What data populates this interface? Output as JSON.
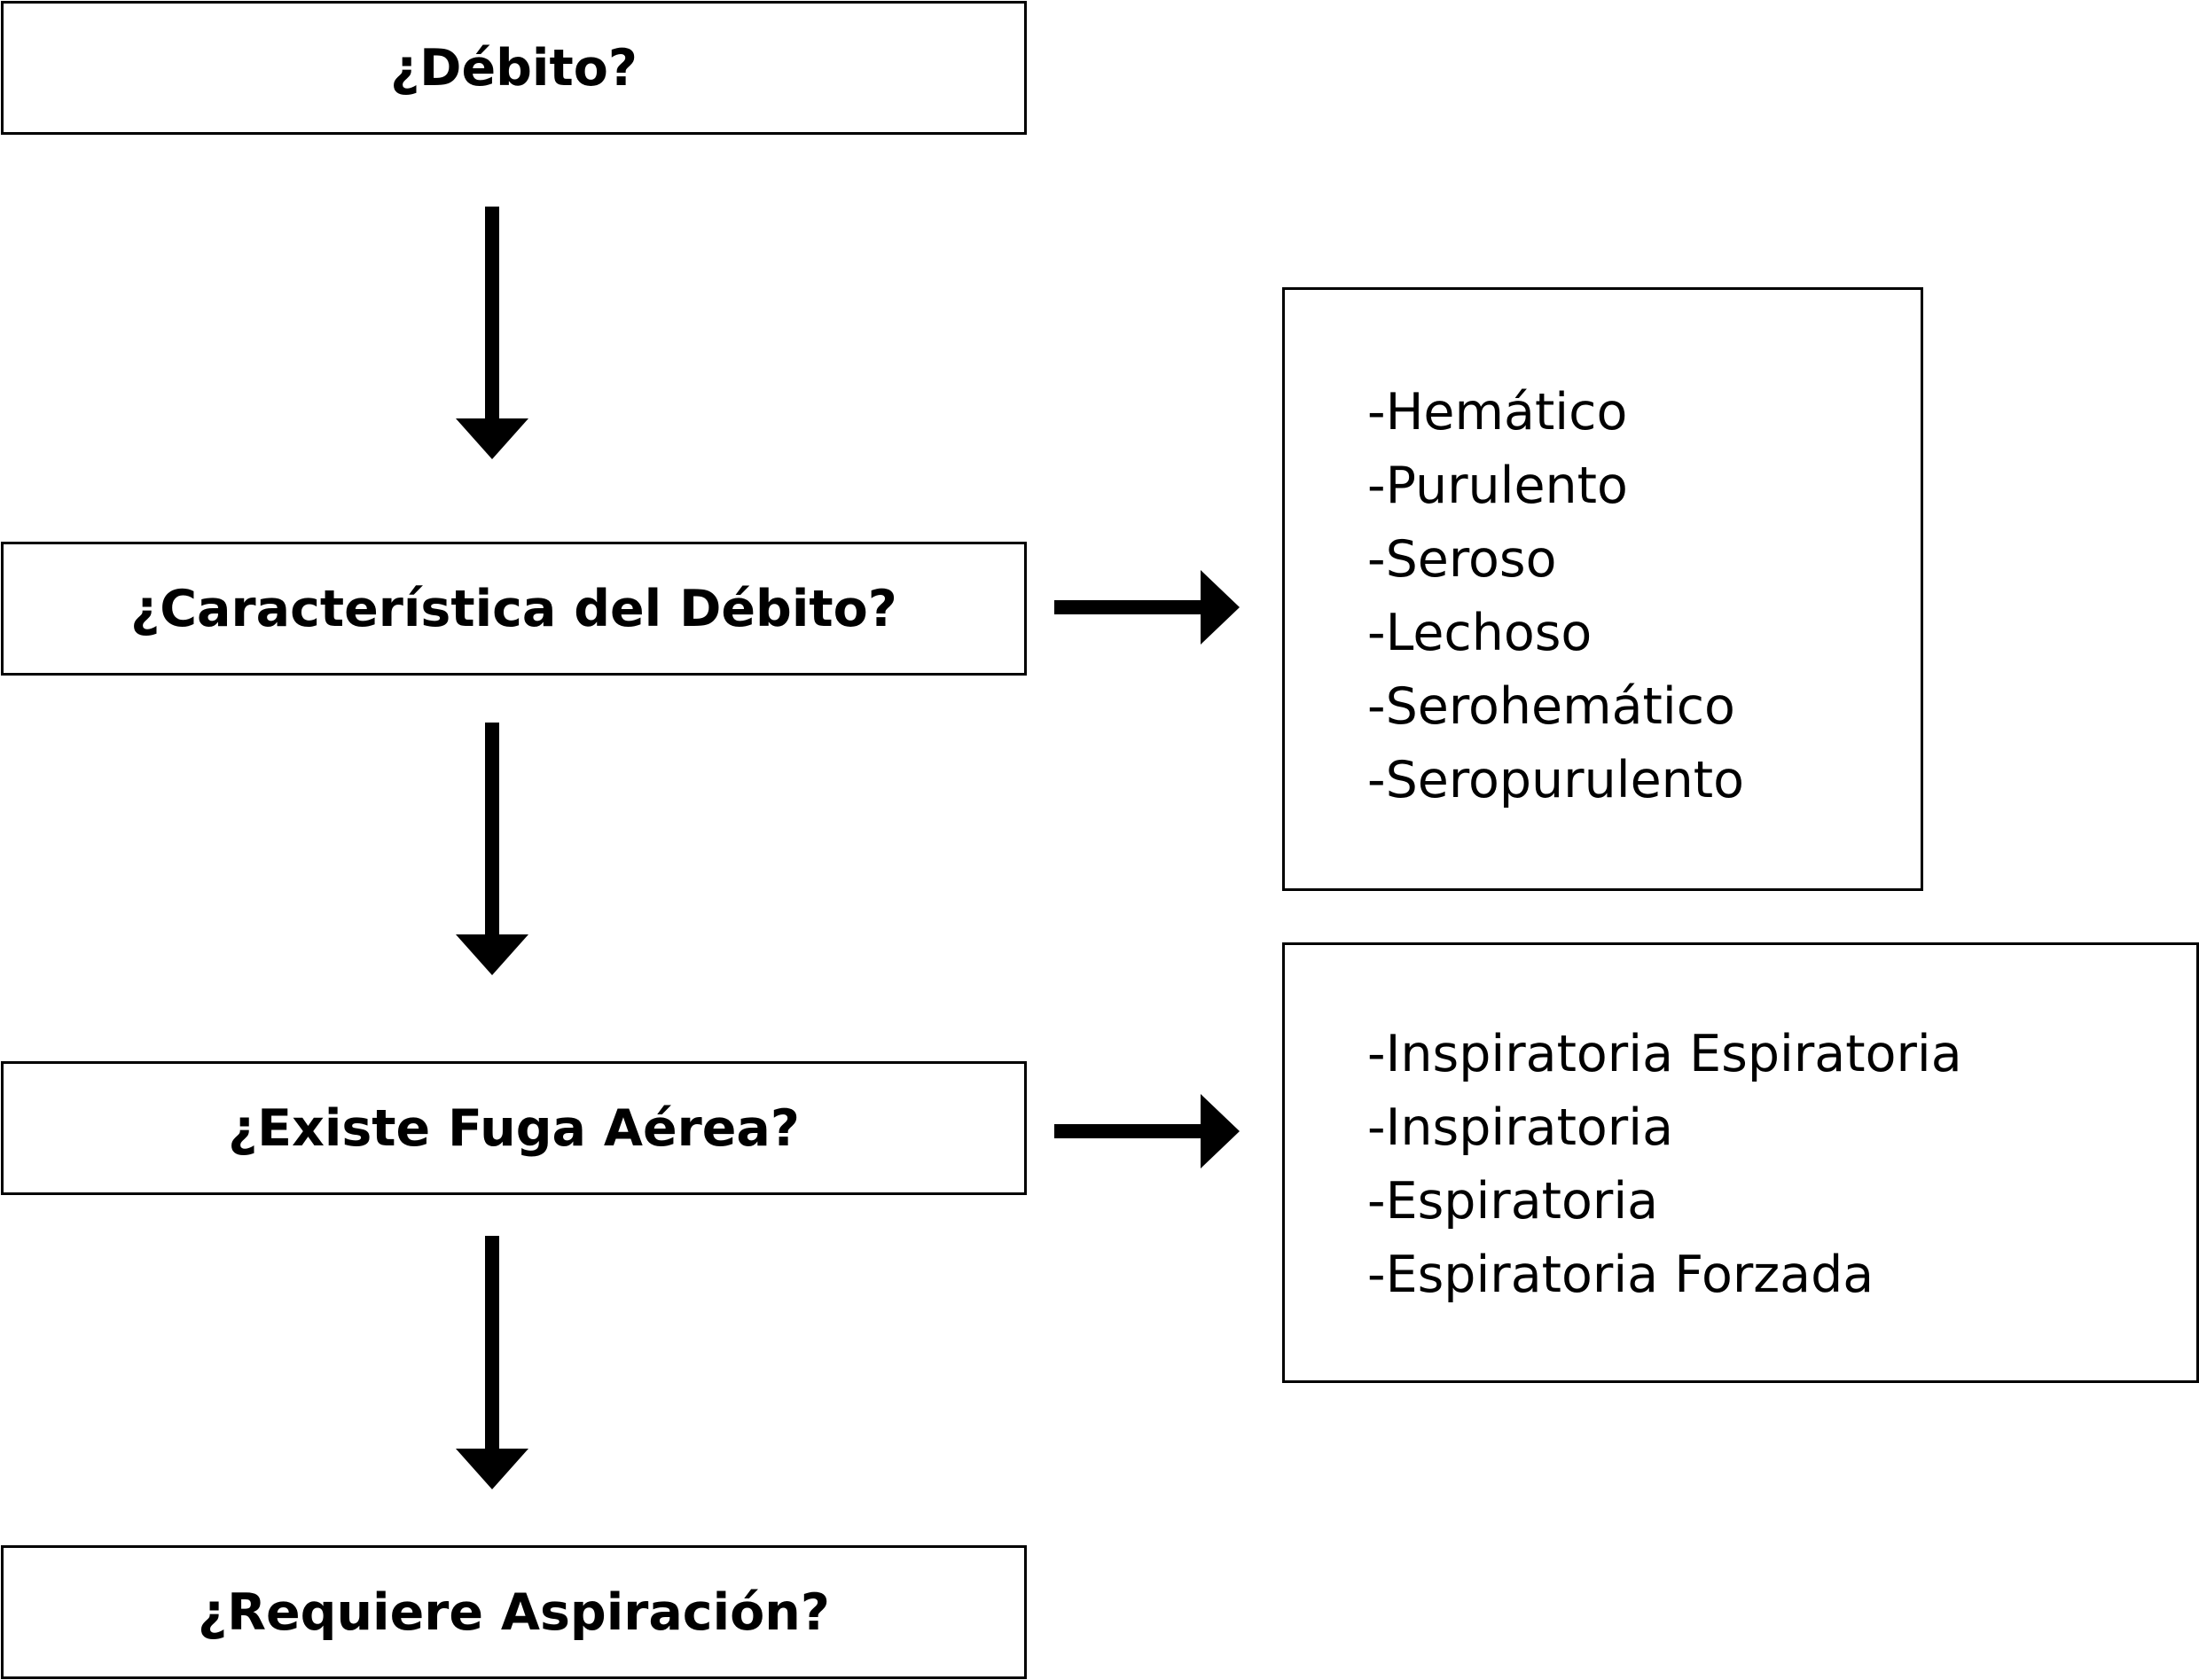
{
  "steps": [
    {
      "label": "¿Débito?"
    },
    {
      "label": "¿Característica del Débito?"
    },
    {
      "label": "¿Existe Fuga Aérea?"
    },
    {
      "label": "¿Requiere Aspiración?"
    }
  ],
  "characteristics": {
    "items": [
      "-Hemático",
      "-Purulento",
      "-Seroso",
      "-Lechoso",
      "-Serohemático",
      "-Seropurulento"
    ]
  },
  "air_leak": {
    "items": [
      "-Inspiratoria Espiratoria",
      "-Inspiratoria",
      "-Espiratoria",
      "-Espiratoria Forzada"
    ]
  },
  "colors": {
    "stroke": "#000000",
    "background": "#ffffff"
  }
}
